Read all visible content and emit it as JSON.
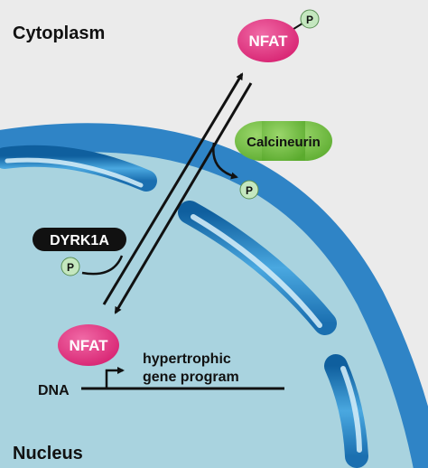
{
  "regions": {
    "cytoplasm": "Cytoplasm",
    "nucleus": "Nucleus"
  },
  "molecules": {
    "nfat_top": "NFAT",
    "nfat_bottom": "NFAT",
    "calcineurin": "Calcineurin",
    "dyrk1a": "DYRK1A",
    "phosphate": "P"
  },
  "dna": {
    "label": "DNA",
    "program_line1": "hypertrophic",
    "program_line2": "gene program"
  },
  "colors": {
    "background": "#ebebeb",
    "nucleus_fill": "#a9d3df",
    "envelope": "#2f84c6",
    "nfat": "#e0327e",
    "calcineurin": "#74c341",
    "phosphate": "#c4e7bf",
    "dyrk1a": "#111111"
  }
}
